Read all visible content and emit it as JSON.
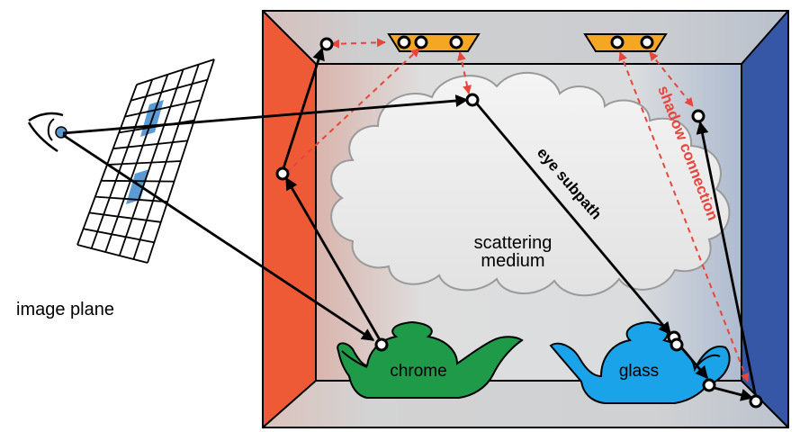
{
  "labels": {
    "image_plane": "image plane",
    "scattering_medium_line1": "scattering",
    "scattering_medium_line2": "medium",
    "eye_subpath": "eye subpath",
    "shadow_connection": "shadow connection",
    "chrome": "chrome",
    "glass": "glass"
  },
  "colors": {
    "left_wall": "#ef5a36",
    "right_wall": "#3557a6",
    "room_gray": "#c9cacd",
    "back_wall": "#dcdcdc",
    "cloud_fill": "#f0f0f0",
    "cloud_stroke": "#9a9a9a",
    "chrome_teapot": "#1f9a48",
    "glass_teapot": "#1aa3e8",
    "light_source": "#f5a623",
    "shadow_connection": "#e8453c",
    "path": "#000000",
    "image_plane_highlight": "#5b9bd5"
  },
  "icons": {
    "eye": "eye-icon",
    "image_plane": "image-plane-grid",
    "light_left": "area-light",
    "light_right": "area-light"
  }
}
